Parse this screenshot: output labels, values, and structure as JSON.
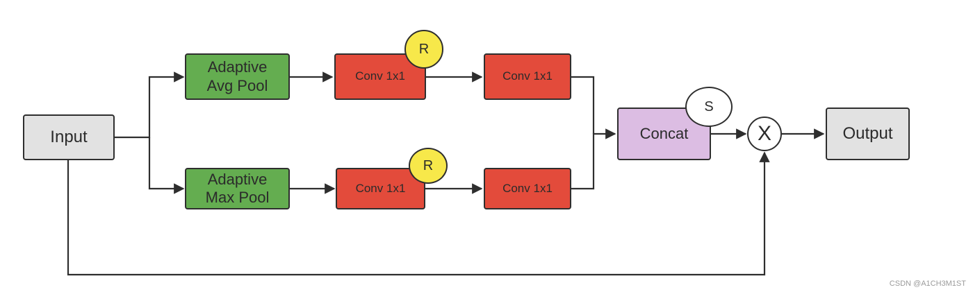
{
  "diagram": {
    "nodes": {
      "input": "Input",
      "avg_pool": "Adaptive\nAvg Pool",
      "max_pool": "Adaptive\nMax Pool",
      "conv_top_1": "Conv 1x1",
      "conv_top_2": "Conv 1x1",
      "conv_bottom_1": "Conv 1x1",
      "conv_bottom_2": "Conv 1x1",
      "concat": "Concat",
      "output": "Output"
    },
    "badges": {
      "relu_top": "R",
      "relu_bottom": "R",
      "sigmoid": "S",
      "multiply": "X"
    },
    "edges": [
      {
        "from": "input",
        "to": "avg_pool"
      },
      {
        "from": "input",
        "to": "max_pool"
      },
      {
        "from": "avg_pool",
        "to": "conv_top_1"
      },
      {
        "from": "conv_top_1",
        "to": "conv_top_2"
      },
      {
        "from": "max_pool",
        "to": "conv_bottom_1"
      },
      {
        "from": "conv_bottom_1",
        "to": "conv_bottom_2"
      },
      {
        "from": "conv_top_2",
        "to": "concat"
      },
      {
        "from": "conv_bottom_2",
        "to": "concat"
      },
      {
        "from": "concat",
        "to": "multiply"
      },
      {
        "from": "input",
        "to": "multiply"
      },
      {
        "from": "multiply",
        "to": "output"
      }
    ]
  },
  "watermark": "CSDN @A1CH3M1ST",
  "colors": {
    "input_output": "#e2e2e2",
    "pool": "#64ad50",
    "conv": "#e34b3b",
    "concat": "#dcbde3",
    "relu_badge": "#f7e84a",
    "line": "#2e2e2e"
  }
}
